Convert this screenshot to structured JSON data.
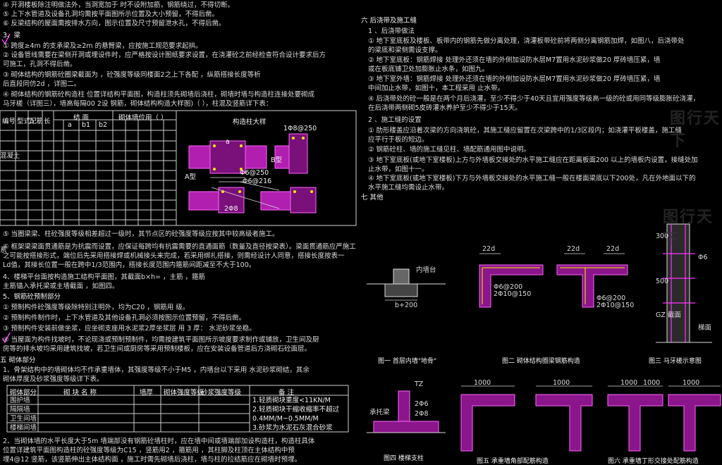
{
  "left_column": {
    "lines": [
      "④  开洞楼板除注明做法外，当洞宽加于      时不设附加筋，钢筋绕过，不得切断。",
      "⑤  上下水管道及设备孔洞均需按平面图所示位置及大小预留，不得后凿。",
      "⑥  反梁结构的屋面需按排水方向，图示位置及尺寸预留泄水孔，不得后凿。",
      "3、梁",
      "①  跨度≥4m  的支承梁及≥2m      的悬臂梁，应按施工规范要求起拱。",
      "②  设备管线需要在梁侧开洞或埋设件时，应严格按设计图纸要求设置，在浇灌砼之前经检查符合设计要求后方",
      "     可施工，孔洞不得后凿。",
      "③  砌体结构的钢筋砼圈梁截面为                ，砼强度等级同楼面2之上下各配           ，纵筋搭接长度等析",
      "     后直段同仿2d    ，详图二。",
      "④  砌体结构的钢筋砼构造柱      位置详结构平面图，构造柱须先砌墙后浇柱，砌墙时墙与构造柱连接处要砌成",
      "     马牙槎（详图三），墙高每隔00    2设        钢筋，砌体结构构造大样图)（    ），柱混及竖筋详下表："
    ],
    "table1": {
      "headers": [
        "编号",
        "型式",
        "配筋",
        "长",
        "结  面",
        "a",
        "b1",
        "b2",
        "砌体墙位用（     ）",
        "构造柱大样"
      ],
      "row_label": "混凝土"
    },
    "detail_labels": {
      "type_a": "A型",
      "type_b": "B型",
      "rebar1": "1Φ8@250",
      "rebar2": "Φ6@250",
      "rebar3": "2Φ8",
      "rebar4": "Φ6@216",
      "dim_a": "a"
    },
    "lines2": [
      "⑤  当圈梁梁、柱砼强度等级相差超过一级时，其节点区的砼强度等级应按其中较高级者施工。",
      "⑥  框架梁梁面贯通筋是为抗震而设置，应保证每跨均有抗震需要的直通面筋（数量及直径按梁表）。梁面贯通筋应严施工",
      "     之可能按搭接形式，端位后先采用搭接焊或机械接头来完成，若采用绑扎搭接，则需经设计人同意，搭接长度按表一",
      "     Ld值，其接长位置一般在跨中1/3范围内，搭接长度范围内箍筋间距减至不大于100。",
      "4、楼梯平台面按构造施工结构平面图，其截面b×h=              ，主筋              ，箍筋",
      "     主筋锚入承托梁或主墙截面      ，如图四。",
      "5、钢筋砼预制部分",
      "①  预制构件砼强度等级除特别注明外，均为C20    ，钢筋用      级。",
      "②  预制构件制作时，上下水管道及其他设备孔洞必须按图示位置预留，不得后凿。",
      "③  预制构件安装前做坐浆，应坐砌支座用水泥浆2厚坐浆层     用 3 厚：   水泥砂浆坐稳。",
      "④  当屋面为构件找坡时，不论现浇或预制预制件，均需按建筑平面图所示坡度要求制作或铺放，卫生间及厨",
      "     房等的排水坡均采用建筑找坡，若卫生间或厨房等采用预制楼板，应在安装设备管道后方浇砌石砼面层。",
      "五  砌体部分",
      "1、骨架结构中的墙砌体均不作承重墙体，其强度等级不小于M5 ，内墙台以下采用        水泥砂浆砌结，其余",
      "     砌体厚度及砂浆强度等级详下表。"
    ],
    "table2": {
      "headers": [
        "砌体部分",
        "砌  块  名  称",
        "墙厚",
        "砌体强度等级",
        "砂浆强度等级",
        "备      注"
      ],
      "rows": [
        "围护墙",
        "隔隔墙",
        "卫生间墙",
        "楼梯间墙"
      ],
      "notes": [
        "1.轻质砌块重度<11KN/M",
        "2.轻质砌块干缩收缩率不超过",
        "  0.4MM/M~0.5MM/M",
        "3.砂浆为水泥石灰混合砂浆"
      ]
    },
    "lines3": [
      "2、当砌体墙的水平长度大于5m 墙端部没有钢筋砼墙柱时，应在墙中间或墙端部加设构造柱，构造柱具体",
      "     位置详建筑平面图构造柱的砼强度等级为C15 ，竖筋用2 ，箍筋用          ，其柱脚及柱顶在主体结构中预",
      "     埋4@12 竖筋，该竖筋伸出主体结构面    ，施工时需先砌墙后浇柱，墙与柱的拉结筋应在砌墙时预埋。"
    ],
    "side_labels": [
      "系",
      "5"
    ]
  },
  "right_column": {
    "section_title": "六  后浇带及施工缝",
    "sub1": "1 、后浇带做法",
    "lines": [
      "①  地下室底板及楼板、板带内的钢筋先做分离处理，浇灌板带砼前将两侧分离钢筋加焊，如图八，后浇带处",
      "     的梁底和梁侧需设支撑。",
      "②  地下室底板：钢筋焊接      处理外还须在墙的外侧加设防水层M7置用水泥砂浆做20 厚砖墙压紧，墙",
      "     或在板底铺卫处加膨胀止水条，如图九。",
      "③  地下室外墙：钢筋焊接      处理外还须在墙的外侧加设防水层M7置用水泥砂浆做20 厚砖墙压紧，墙",
      "     中间加止水带，如图十，本工程采用              止水带。",
      "④  后浇带处的砼一般是在两个月后浇灌，至少不得少于40天且宜用强度等级高一级的砼或用同等级膨胀砼浇灌，",
      "     在后浇带两侧砌5皮砖灌水养护至少不得少于15天。"
    ],
    "sub2": "2 、施工缝的设置",
    "lines2": [
      "①  肋形楼盖应沿着次梁的方向浇筑砼，其施工缝应留置在次梁跨中的1/3区段内；如浇灌平板楼盖，施工缝",
      "     应平行于板的短边。",
      "②  钢筋砼柱、墙的施工缝见柱、墙配筋通用图中说明。",
      "③  地下室底板(或地下室楼板)上方与外墙板交接处的水平施工缝应在距离板面200 以上的墙板内设置，接缝处加",
      "     止水带，如图十一。",
      "④  地下室底板(或地下室楼板)下方与外墙板交接处的水平施工缝一般在楼面梁底以下200处，凡在外地面以下的",
      "     水平施工缝均需设止水带。"
    ],
    "section_other": "七  其他"
  },
  "figures": {
    "fig1": {
      "caption": "图一   首层内墙\"地骨\"",
      "labels": [
        "内墙台",
        "b+200"
      ]
    },
    "fig2": {
      "caption": "图二   砌体结构圈梁钢筋构造",
      "labels": [
        "22d",
        "22d",
        "22d",
        "Φ6@200",
        "2Φ10@150",
        "Φ6@200",
        "2Φ10@150"
      ]
    },
    "fig3": {
      "caption": "图三    马牙槎示意图",
      "labels": [
        "300",
        "500",
        "GZ 截面",
        "梯面",
        "Φ6"
      ]
    },
    "fig4": {
      "caption": "图四   楼梯支柱",
      "labels": [
        "TZ",
        "承托梁",
        "2Φ6",
        "2Φ8"
      ]
    },
    "fig5": {
      "caption": "图五   承重墙角部配筋构造",
      "labels": [
        "1000",
        "1000"
      ]
    },
    "fig6": {
      "caption": "图六   承重墙丁形交接处配筋构造",
      "labels": [
        "1000",
        "1000",
        "1000"
      ]
    }
  },
  "watermarks": [
    "图行天下",
    "图行天下"
  ]
}
